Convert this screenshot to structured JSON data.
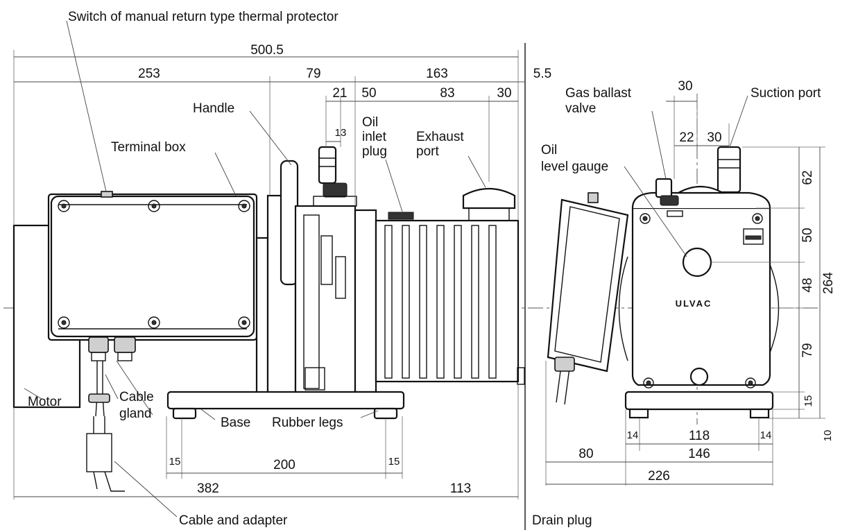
{
  "labels": {
    "switch": "Switch of manual return type thermal protector",
    "handle": "Handle",
    "terminal_box": "Terminal box",
    "oil_inlet_1": "Oil",
    "oil_inlet_2": "inlet",
    "oil_inlet_3": "plug",
    "exhaust_1": "Exhaust",
    "exhaust_2": "port",
    "gas_ballast_1": "Gas ballast",
    "gas_ballast_2": "valve",
    "suction_port": "Suction port",
    "oil_gauge_1": "Oil",
    "oil_gauge_2": "level gauge",
    "motor": "Motor",
    "cable_gland_1": "Cable",
    "cable_gland_2": "gland",
    "base": "Base",
    "rubber_legs": "Rubber legs",
    "cable_adapter": "Cable and adapter",
    "drain_plug": "Drain plug",
    "brand": "ULVAC"
  },
  "dims": {
    "total_length": "500.5",
    "motor_len": "253",
    "d79": "79",
    "d163": "163",
    "d5_5": "5.5",
    "d21": "21",
    "d13": "13",
    "d50": "50",
    "d83": "83",
    "d30a": "30",
    "d15a": "15",
    "d200": "200",
    "d15b": "15",
    "d382": "382",
    "d113": "113",
    "s30": "30",
    "s22": "22",
    "s30b": "30",
    "v62": "62",
    "v50": "50",
    "v48": "48",
    "v264": "264",
    "v79": "79",
    "v15": "15",
    "v10": "10",
    "h14a": "14",
    "h118": "118",
    "h14b": "14",
    "h80": "80",
    "h146": "146",
    "h226": "226"
  }
}
